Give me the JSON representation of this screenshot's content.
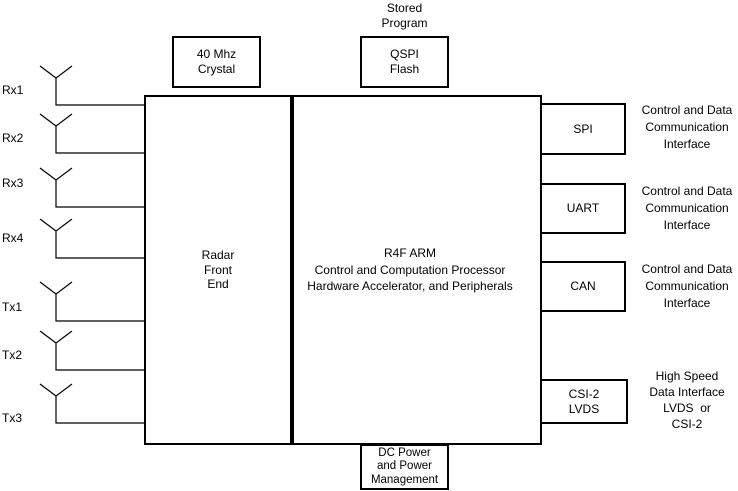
{
  "colors": {
    "background": "#ffffff",
    "line": "#000000",
    "text": "#000000"
  },
  "antennas": [
    {
      "label": "Rx1"
    },
    {
      "label": "Rx2"
    },
    {
      "label": "Rx3"
    },
    {
      "label": "Rx4"
    },
    {
      "label": "Tx1"
    },
    {
      "label": "Tx2"
    },
    {
      "label": "Tx3"
    }
  ],
  "blocks": {
    "crystal": {
      "label": "40 Mhz\nCrystal"
    },
    "qspi": {
      "caption": "Stored\nProgram",
      "label": "QSPI\nFlash"
    },
    "radar_front_end": {
      "label": "Radar\nFront\nEnd"
    },
    "processor": {
      "label": "R4F ARM\nControl and Computation Processor\nHardware Accelerator, and Peripherals"
    },
    "power": {
      "label": "DC Power\nand Power\nManagement"
    }
  },
  "interfaces": [
    {
      "port": "SPI",
      "description": "Control and Data\nCommunication\nInterface"
    },
    {
      "port": "UART",
      "description": "Control and Data\nCommunication\nInterface"
    },
    {
      "port": "CAN",
      "description": "Control and Data\nCommunication\nInterface"
    },
    {
      "port": "CSI-2\nLVDS",
      "description": "High Speed\nData Interface\nLVDS  or\nCSI-2"
    }
  ]
}
